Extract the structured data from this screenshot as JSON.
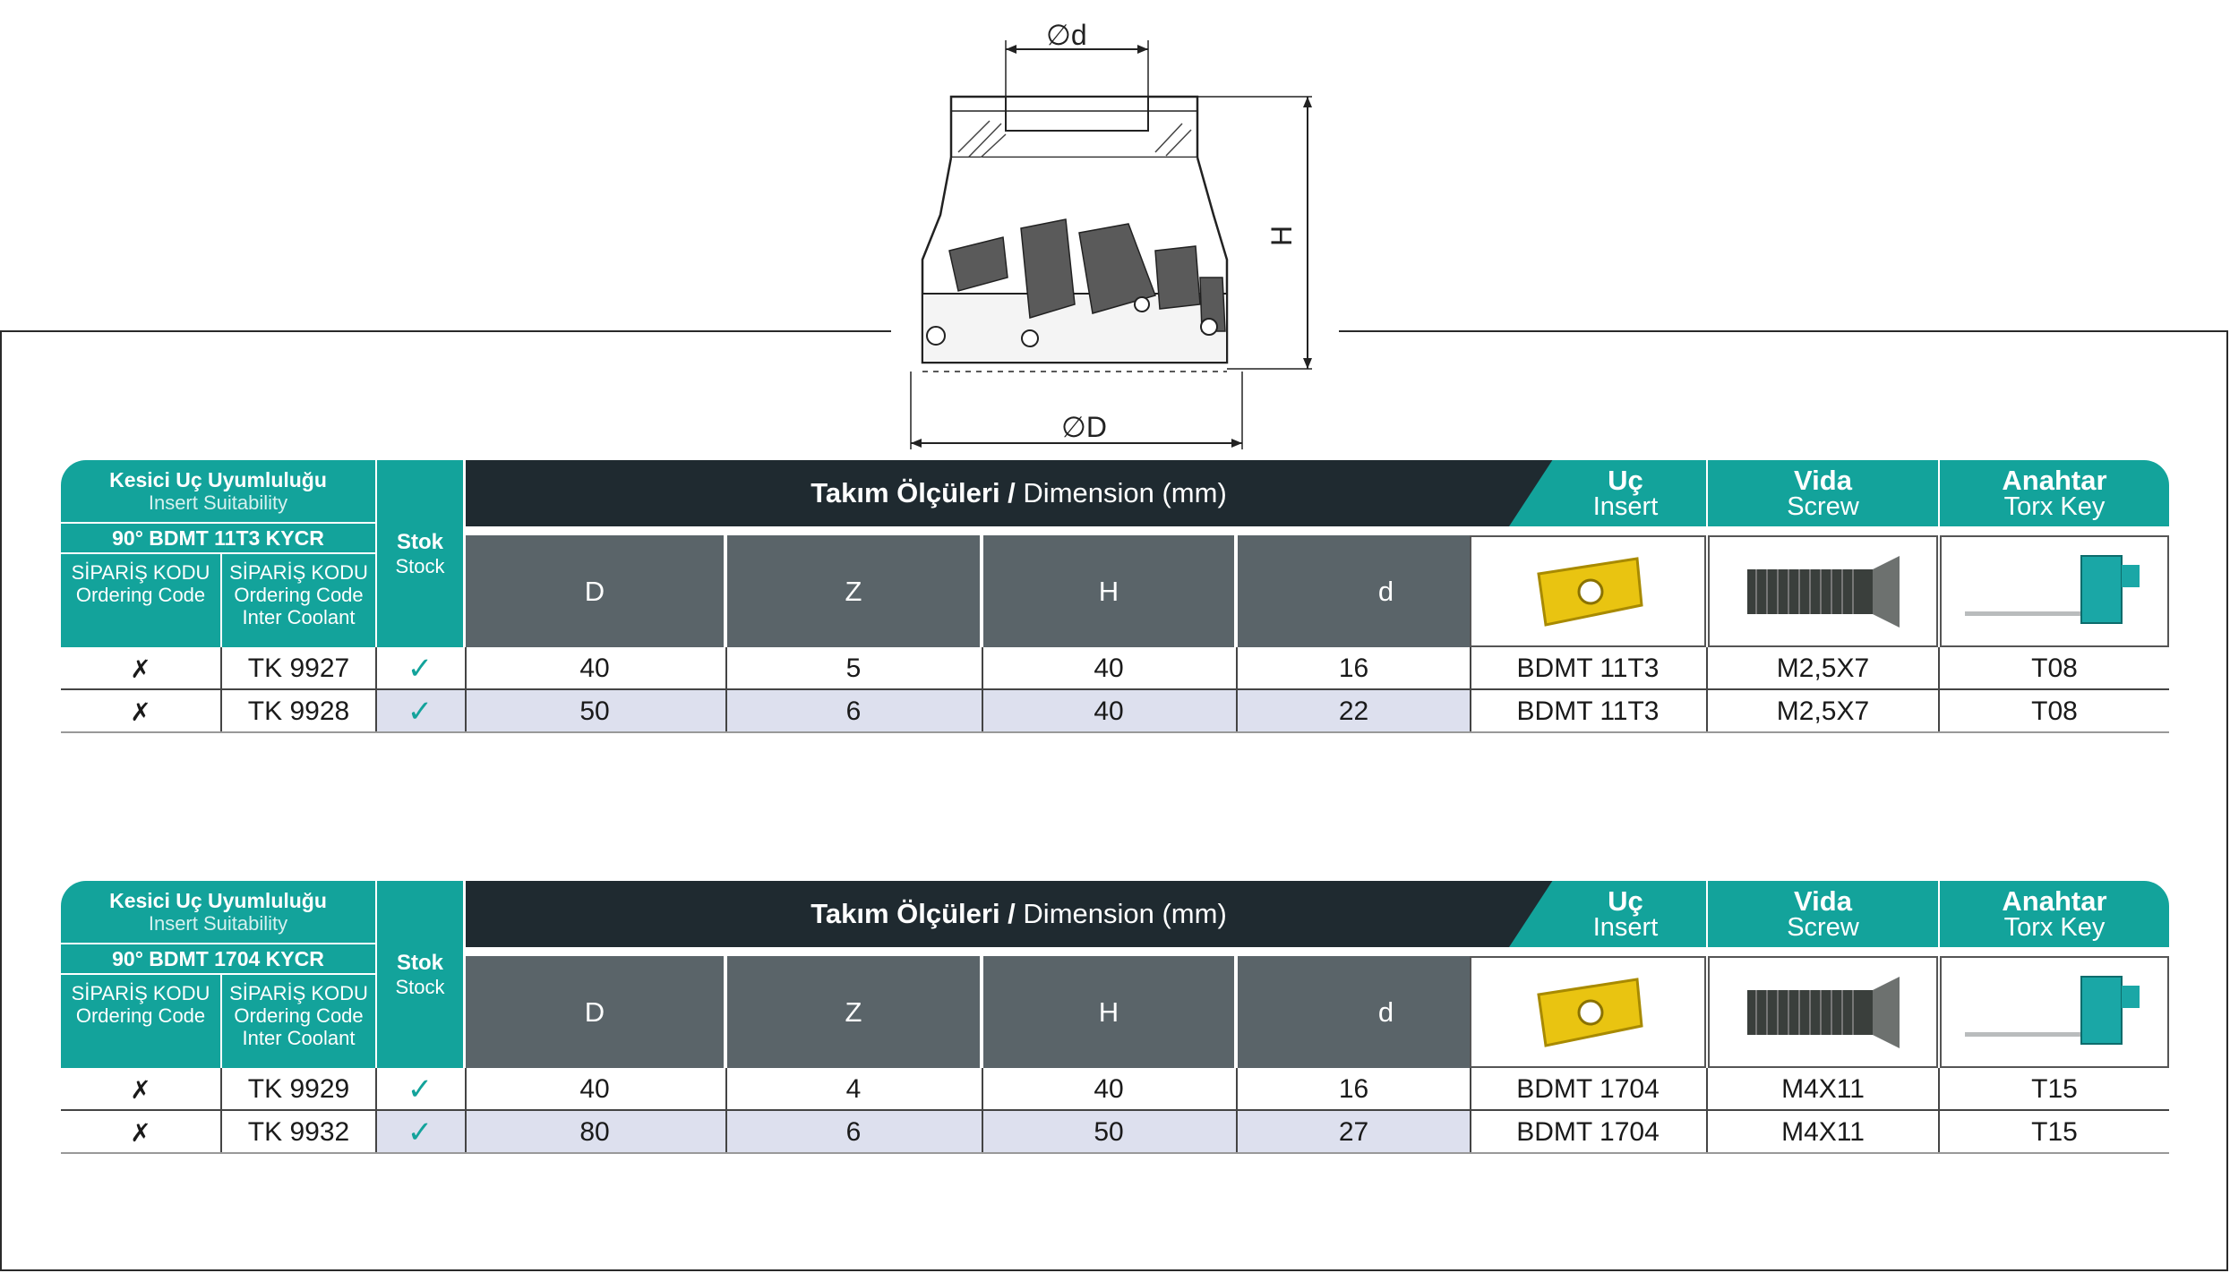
{
  "drawing": {
    "label_d": "∅d",
    "label_D": "∅D",
    "label_H": "H"
  },
  "tables": [
    {
      "insert_suitability_tr": "Kesici Uç Uyumluluğu",
      "insert_suitability_en": "Insert Suitability",
      "insert_type": "90° BDMT 11T3 KYCR",
      "ordering_code_tr": "SİPARİŞ KODU",
      "ordering_code_en": "Ordering Code",
      "ordering_code2_tr": "SİPARİŞ KODU",
      "ordering_code2_en": "Ordering Code",
      "ordering_code2_extra": "Inter Coolant",
      "stock_tr": "Stok",
      "stock_en": "Stock",
      "dimension_bold": "Takım Ölçüleri /",
      "dimension_rest": "Dimension (mm)",
      "insert_tr": "Uç",
      "insert_en": "Insert",
      "screw_tr": "Vida",
      "screw_en": "Screw",
      "key_tr": "Anahtar",
      "key_en": "Torx Key",
      "columns": [
        "D",
        "Z",
        "H",
        "d"
      ],
      "rows": [
        {
          "code": "✗",
          "code2": "TK 9927",
          "stock": "✓",
          "D": "40",
          "Z": "5",
          "H": "40",
          "d": "16",
          "insert": "BDMT 11T3",
          "screw": "M2,5X7",
          "key": "T08"
        },
        {
          "code": "✗",
          "code2": "TK 9928",
          "stock": "✓",
          "D": "50",
          "Z": "6",
          "H": "40",
          "d": "22",
          "insert": "BDMT 11T3",
          "screw": "M2,5X7",
          "key": "T08"
        }
      ]
    },
    {
      "insert_suitability_tr": "Kesici Uç Uyumluluğu",
      "insert_suitability_en": "Insert Suitability",
      "insert_type": "90° BDMT 1704 KYCR",
      "ordering_code_tr": "SİPARİŞ KODU",
      "ordering_code_en": "Ordering Code",
      "ordering_code2_tr": "SİPARİŞ KODU",
      "ordering_code2_en": "Ordering Code",
      "ordering_code2_extra": "Inter Coolant",
      "stock_tr": "Stok",
      "stock_en": "Stock",
      "dimension_bold": "Takım Ölçüleri /",
      "dimension_rest": "Dimension (mm)",
      "insert_tr": "Uç",
      "insert_en": "Insert",
      "screw_tr": "Vida",
      "screw_en": "Screw",
      "key_tr": "Anahtar",
      "key_en": "Torx Key",
      "columns": [
        "D",
        "Z",
        "H",
        "d"
      ],
      "rows": [
        {
          "code": "✗",
          "code2": "TK 9929",
          "stock": "✓",
          "D": "40",
          "Z": "4",
          "H": "40",
          "d": "16",
          "insert": "BDMT 1704",
          "screw": "M4X11",
          "key": "T15"
        },
        {
          "code": "✗",
          "code2": "TK 9932",
          "stock": "✓",
          "D": "80",
          "Z": "6",
          "H": "50",
          "d": "27",
          "insert": "BDMT 1704",
          "screw": "M4X11",
          "key": "T15"
        }
      ]
    }
  ],
  "colors": {
    "teal": "#13a39b",
    "dark": "#1f2a30",
    "grey": "#5a6469",
    "row_alt": "#dde0ee",
    "check": "#13a39b"
  }
}
